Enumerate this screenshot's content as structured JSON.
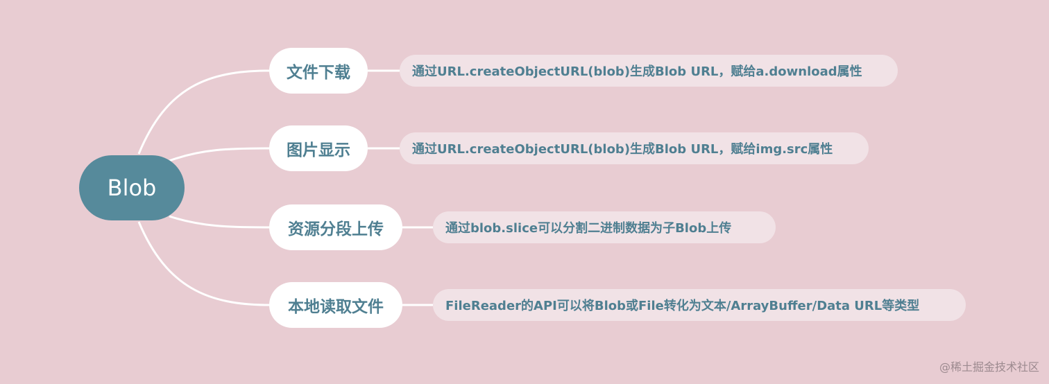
{
  "root": {
    "label": "Blob"
  },
  "branches": [
    {
      "label": "文件下载",
      "detail": "通过URL.createObjectURL(blob)生成Blob URL，赋给a.download属性"
    },
    {
      "label": "图片显示",
      "detail": "通过URL.createObjectURL(blob)生成Blob URL，赋给img.src属性"
    },
    {
      "label": "资源分段上传",
      "detail": "通过blob.slice可以分割二进制数据为子Blob上传"
    },
    {
      "label": "本地读取文件",
      "detail": "FileReader的API可以将Blob或File转化为文本/ArrayBuffer/Data URL等类型"
    }
  ],
  "watermark": "@稀土掘金技术社区",
  "colors": {
    "background": "#e8ccd2",
    "root": "#568a9b",
    "text": "#4f7f91",
    "branch_box": "#ffffff",
    "detail_box": "#f1e2e6",
    "connector": "#ffffff"
  }
}
